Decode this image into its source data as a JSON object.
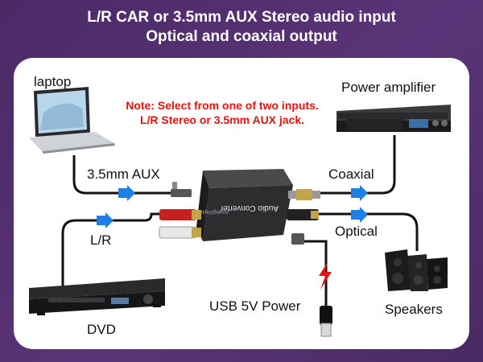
{
  "header": {
    "line1": "L/R CAR or 3.5mm AUX Stereo audio input",
    "line2": "Optical and coaxial output"
  },
  "note": {
    "line1": "Note: Select from one of two inputs.",
    "line2": "L/R Stereo or 3.5mm AUX jack."
  },
  "labels": {
    "laptop": "laptop",
    "power_amplifier": "Power amplifier",
    "aux": "3.5mm AUX",
    "coaxial": "Coaxial",
    "lr": "L/R",
    "optical": "Optical",
    "dvd": "DVD",
    "usb_power": "USB 5V Power",
    "speakers": "Speakers"
  },
  "device": {
    "label": "Audio Converter",
    "sublabel": "Analog/Digital"
  },
  "colors": {
    "background": "#5a3478",
    "card": "#ffffff",
    "arrow": "#1e7fe6",
    "note": "#e3140f",
    "power_bolt": "#e3140f"
  }
}
